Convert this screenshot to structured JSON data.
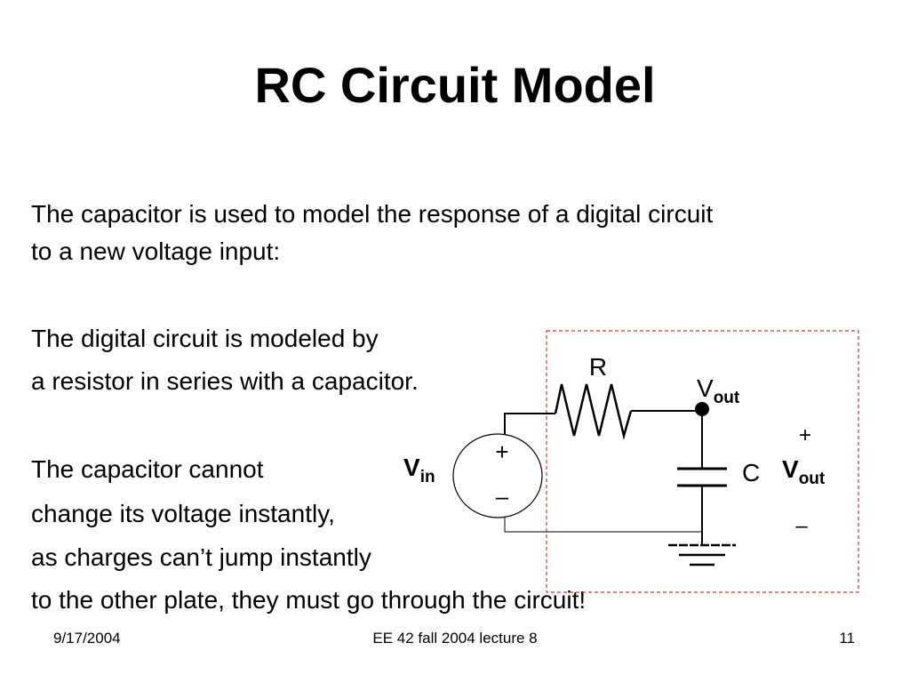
{
  "slide": {
    "title": "RC Circuit Model",
    "paragraph1": {
      "line1": "The capacitor is used to model the response of a digital circuit",
      "line2": "to a new voltage input:"
    },
    "paragraph2": {
      "line1": "The digital circuit is modeled by",
      "line2": "a resistor in series with a capacitor."
    },
    "paragraph3": {
      "line1": "The capacitor cannot",
      "line2": "change its voltage instantly,",
      "line3": "as charges can’t jump instantly",
      "line4": "to the other plate, they must go through the circuit!"
    }
  },
  "circuit": {
    "resistor_label": "R",
    "capacitor_label": "C",
    "vin_main": "V",
    "vin_sub": "in",
    "vout_node_main": "V",
    "vout_node_sub": "out",
    "vout_main": "V",
    "vout_sub": "out",
    "source_plus": "+",
    "source_minus": "–",
    "out_plus": "+",
    "out_minus": "–"
  },
  "footer": {
    "date": "9/17/2004",
    "course": "EE 42 fall 2004 lecture 8",
    "page": "11"
  },
  "colors": {
    "dashed_box": "#e03030",
    "text": "#000000"
  }
}
